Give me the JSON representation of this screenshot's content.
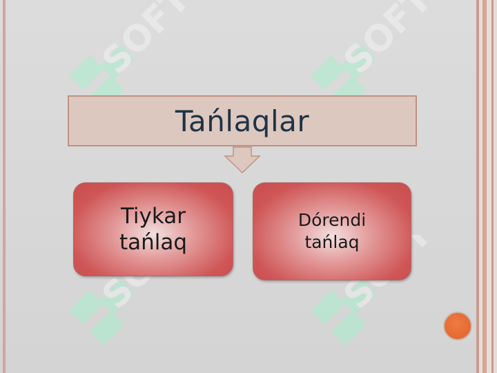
{
  "diagram": {
    "title": "Tańlaqlar",
    "children": [
      {
        "label": "Tiykar\ntańlaq"
      },
      {
        "label": "Dórendi\ntańlaq"
      }
    ]
  },
  "watermark": {
    "text": "SOFT"
  },
  "colors": {
    "title_fill": "#dcc8bf",
    "title_border": "#c09181",
    "title_text": "#1f3347",
    "card_red": "#cf5656",
    "accent_dot": "#e0622c",
    "watermark": "#a8f0cc"
  }
}
